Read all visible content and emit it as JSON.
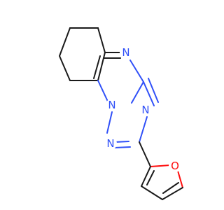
{
  "molecule": {
    "atoms": {
      "n_pyrimidine": {
        "symbol": "N",
        "color": "#3050f8"
      },
      "n_bridgehead": {
        "symbol": "N",
        "color": "#3050f8"
      },
      "n_triazole_right": {
        "symbol": "N",
        "color": "#3050f8"
      },
      "n_triazole_left": {
        "symbol": "N",
        "color": "#3050f8"
      },
      "o_furan": {
        "symbol": "O",
        "color": "#ff0d0d"
      }
    },
    "bond_color": "#1a1a1a"
  }
}
